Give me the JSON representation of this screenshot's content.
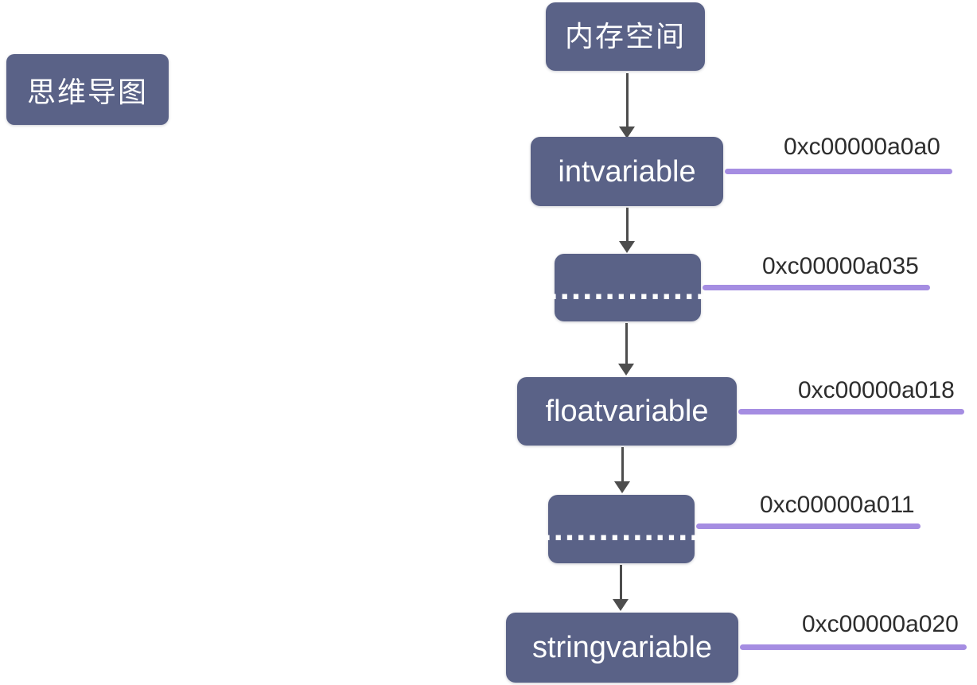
{
  "badge": {
    "label": "思维导图"
  },
  "diagram": {
    "root": {
      "label": "内存空间"
    },
    "nodes": [
      {
        "label": "intvariable",
        "address": "0xc00000a0a0"
      },
      {
        "label": "..............",
        "address": "0xc00000a035"
      },
      {
        "label": "floatvariable",
        "address": "0xc00000a018"
      },
      {
        "label": "..............",
        "address": "0xc00000a011"
      },
      {
        "label": "stringvariable",
        "address": "0xc00000a020"
      }
    ]
  },
  "colors": {
    "node_fill": "#5a6287",
    "node_text": "#ffffff",
    "branch_line": "#a58de2",
    "arrow_color": "#4d4d4d",
    "address_text": "#2d2d2d",
    "page_bg": "#ffffff"
  }
}
